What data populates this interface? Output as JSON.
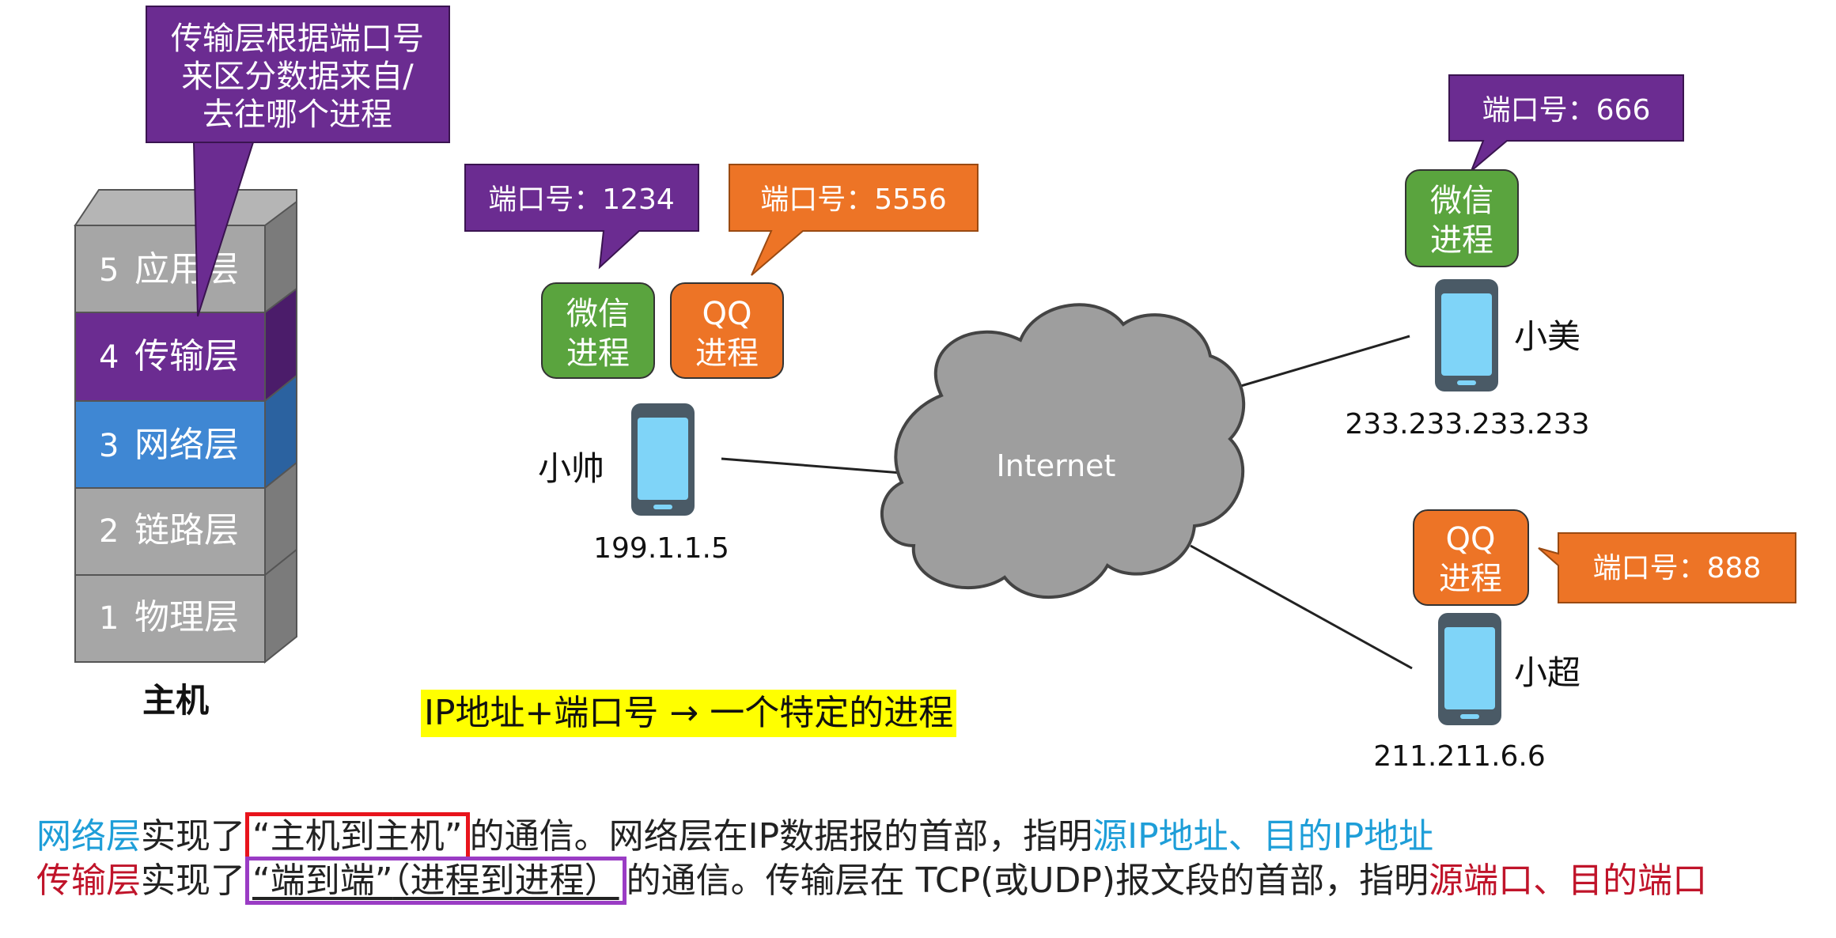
{
  "host": {
    "label": "主机",
    "layers": [
      {
        "num": "5",
        "name": "应用层",
        "color": "#a6a6a6"
      },
      {
        "num": "4",
        "name": "传输层",
        "color": "#6b2c91"
      },
      {
        "num": "3",
        "name": "网络层",
        "color": "#3f87d3"
      },
      {
        "num": "2",
        "name": "链路层",
        "color": "#a6a6a6"
      },
      {
        "num": "1",
        "name": "物理层",
        "color": "#a6a6a6"
      }
    ],
    "callout": {
      "line1": "传输层根据端口号",
      "line2": "来区分数据来自/",
      "line3": "去往哪个进程"
    }
  },
  "network": {
    "cloud_label": "Internet",
    "devices": [
      {
        "name": "小帅",
        "ip": "199.1.1.5",
        "processes": [
          {
            "line1": "微信",
            "line2": "进程",
            "color": "#5aa43e",
            "port_label": "端口号：1234",
            "port_color": "#6b2c91"
          },
          {
            "line1": "QQ",
            "line2": "进程",
            "color": "#ed7426",
            "port_label": "端口号：5556",
            "port_color": "#ed7426"
          }
        ]
      },
      {
        "name": "小美",
        "ip": "233.233.233.233",
        "processes": [
          {
            "line1": "微信",
            "line2": "进程",
            "color": "#5aa43e",
            "port_label": "端口号：666",
            "port_color": "#6b2c91"
          }
        ]
      },
      {
        "name": "小超",
        "ip": "211.211.6.6",
        "processes": [
          {
            "line1": "QQ",
            "line2": "进程",
            "color": "#ed7426",
            "port_label": "端口号：888",
            "port_color": "#ed7426"
          }
        ]
      }
    ]
  },
  "formula": "IP地址+端口号 → 一个特定的进程",
  "captions": {
    "line1": {
      "part1": "网络层",
      "part2": "实现了",
      "part3": "“主机到主机”",
      "part4": "的通信。网络层在IP数据报的首部，指明",
      "part5": "源IP地址、目的IP地址"
    },
    "line2": {
      "part1": "传输层",
      "part2": "实现了",
      "part3": "“端到端”",
      "part4": "（进程到进程）",
      "part5": "的通信。传输层在 TCP(或UDP)报文段的首部，指明",
      "part6": "源端口、目的端口"
    }
  },
  "colors": {
    "purple": "#6b2c91",
    "orange": "#ed7426",
    "green": "#5aa43e",
    "blue_layer": "#3f87d3",
    "gray_layer": "#a6a6a6",
    "phone_screen": "#7fd4f8",
    "phone_body": "#4a5a66",
    "cloud": "#9e9e9e",
    "highlight": "#ffff00"
  }
}
